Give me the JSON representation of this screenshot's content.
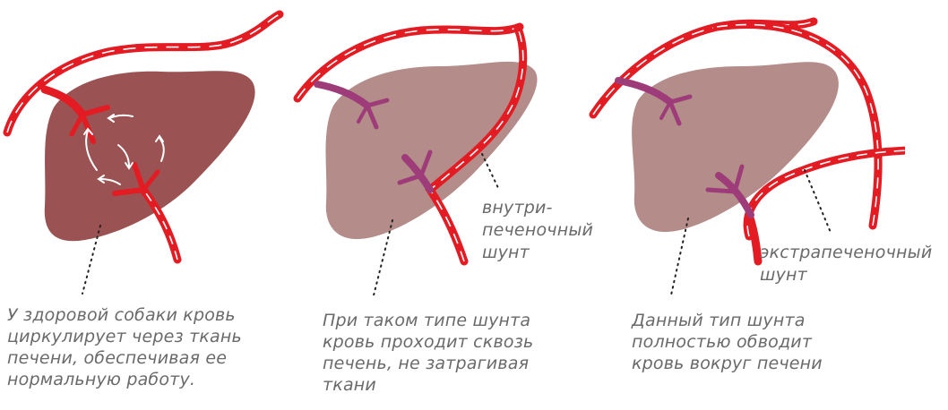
{
  "colors": {
    "vessel": "#e31b23",
    "vessel_dark": "#c5161d",
    "liver_healthy": "#9a5252",
    "liver_shunt": "#b48c89",
    "portal_branch": "#9e3c79",
    "arrow": "#ffffff",
    "dots": "#222222",
    "text": "#6a6a6a"
  },
  "panels": [
    {
      "name": "healthy",
      "caption": "У здоровой собаки кровь\nциркулирует через ткань\nпечени, обеспечивая ее\nнормальную работу."
    },
    {
      "name": "intrahepatic",
      "label": "внутри-\nпеченочный\nшунт",
      "caption": "При таком типе шунта\nкровь проходит сквозь\nпечень, не затрагивая\nткани"
    },
    {
      "name": "extrahepatic",
      "label": "экстрапеченочный\nшунт",
      "caption": "Данный тип шунта\nполностью обводит\nкровь вокруг печени"
    }
  ]
}
